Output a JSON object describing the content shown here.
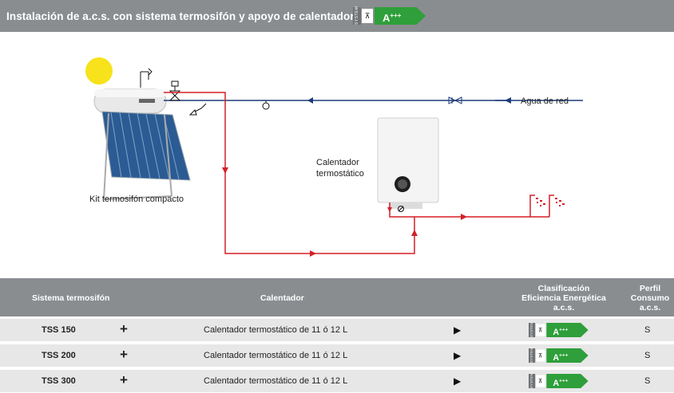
{
  "header": {
    "title": "Instalación de a.c.s. con sistema termosifón y apoyo de calentador.",
    "label": {
      "system_text": "SYSTEM",
      "class": "A",
      "plus": "+++"
    }
  },
  "diagram": {
    "kit_label": "Kit termosifón compacto",
    "heater_label_line1": "Calentador",
    "heater_label_line2": "termostático",
    "water_label": "Agua de red"
  },
  "table": {
    "headers": {
      "col1": "Sistema termosifón",
      "col2": "Calentador",
      "col3_line1": "Clasificación",
      "col3_line2": "Eficiencia Energética",
      "col3_line3": "a.c.s.",
      "col4_line1": "Perfil",
      "col4_line2": "Consumo",
      "col4_line3": "a.c.s."
    },
    "rows": [
      {
        "model": "TSS 150",
        "plus": "+",
        "heater": "Calentador termostático de 11 ó 12 L",
        "arrow": "▶",
        "class": "A",
        "plus_rating": "+++",
        "profile": "S"
      },
      {
        "model": "TSS 200",
        "plus": "+",
        "heater": "Calentador termostático de 11 ó 12 L",
        "arrow": "▶",
        "class": "A",
        "plus_rating": "+++",
        "profile": "S"
      },
      {
        "model": "TSS 300",
        "plus": "+",
        "heater": "Calentador termostático de 11 ó 12 L",
        "arrow": "▶",
        "class": "A",
        "plus_rating": "+++",
        "profile": "S"
      }
    ]
  },
  "colors": {
    "header_bg": "#8a8d90",
    "row_bg": "#e7e7e8",
    "energy_green": "#2e9f3a",
    "hot_pipe": "#d61f26",
    "cold_pipe": "#1d3c7a",
    "sun": "#f7e21b"
  }
}
